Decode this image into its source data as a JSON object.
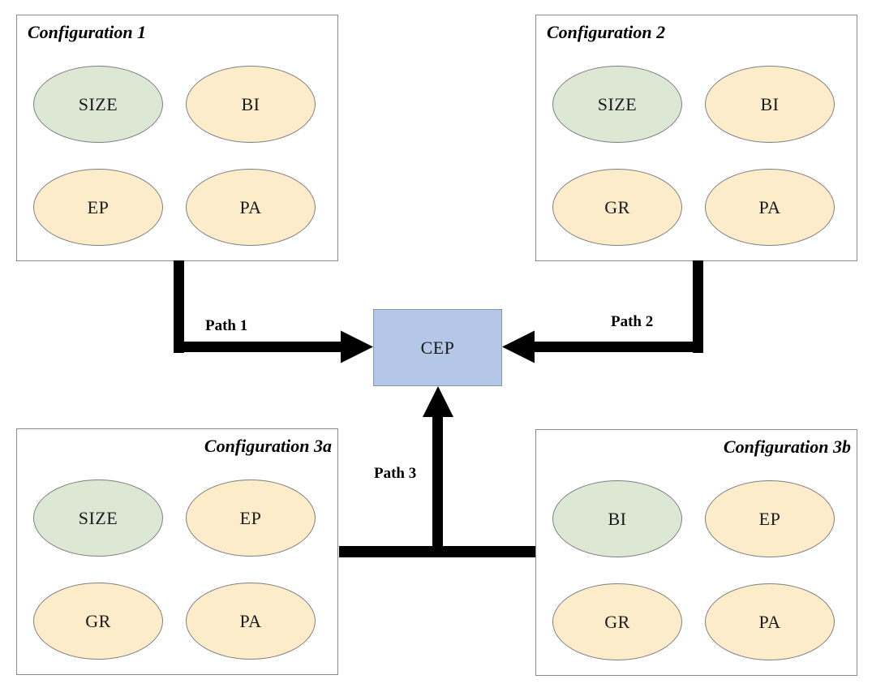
{
  "diagram": {
    "configurations": [
      {
        "title": "Configuration 1",
        "title_align": "left",
        "nodes": [
          {
            "label": "SIZE",
            "color": "green"
          },
          {
            "label": "BI",
            "color": "yellow"
          },
          {
            "label": "EP",
            "color": "yellow"
          },
          {
            "label": "PA",
            "color": "yellow"
          }
        ]
      },
      {
        "title": "Configuration 2",
        "title_align": "left",
        "nodes": [
          {
            "label": "SIZE",
            "color": "green"
          },
          {
            "label": "BI",
            "color": "yellow"
          },
          {
            "label": "GR",
            "color": "yellow"
          },
          {
            "label": "PA",
            "color": "yellow"
          }
        ]
      },
      {
        "title": "Configuration 3a",
        "title_align": "right",
        "nodes": [
          {
            "label": "SIZE",
            "color": "green"
          },
          {
            "label": "EP",
            "color": "yellow"
          },
          {
            "label": "GR",
            "color": "yellow"
          },
          {
            "label": "PA",
            "color": "yellow"
          }
        ]
      },
      {
        "title": "Configuration 3b",
        "title_align": "right",
        "nodes": [
          {
            "label": "BI",
            "color": "green"
          },
          {
            "label": "EP",
            "color": "yellow"
          },
          {
            "label": "GR",
            "color": "yellow"
          },
          {
            "label": "PA",
            "color": "yellow"
          }
        ]
      }
    ],
    "center": {
      "label": "CEP"
    },
    "paths": [
      {
        "label": "Path 1",
        "from": "Configuration 1",
        "to": "CEP"
      },
      {
        "label": "Path 2",
        "from": "Configuration 2",
        "to": "CEP"
      },
      {
        "label": "Path 3",
        "from": "Configuration 3a + Configuration 3b",
        "to": "CEP"
      }
    ],
    "colors": {
      "ellipse_green_fill": "#dce8d4",
      "ellipse_yellow_fill": "#fcecca",
      "cep_fill": "#b4c7e7",
      "cep_border": "#8496b0",
      "box_border": "#8a8a8a",
      "ellipse_border": "#7f7f7f",
      "arrow": "#000000",
      "background": "#ffffff"
    }
  }
}
